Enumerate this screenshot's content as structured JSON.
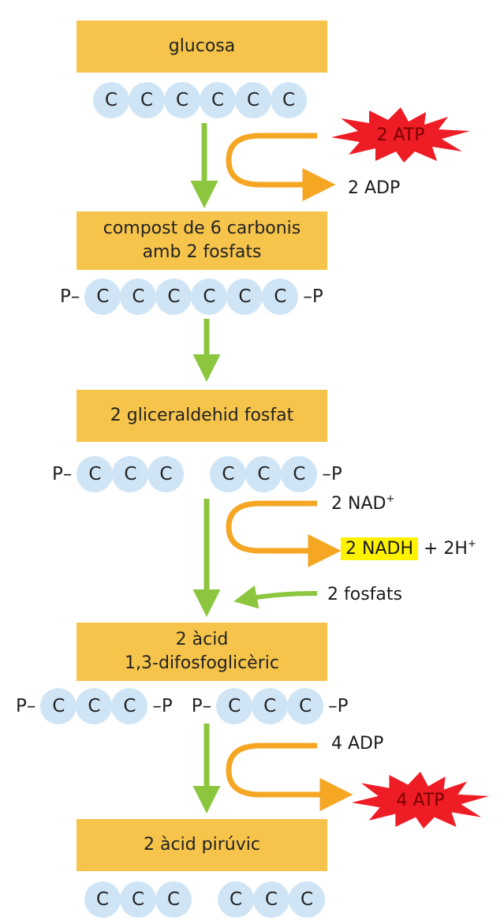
{
  "compounds": {
    "glucose": [
      "glucosa"
    ],
    "c6_phosphate": [
      "compost de 6 carbonis",
      "amb 2 fosfats"
    ],
    "g3p": [
      "2 gliceraldehid fosfat"
    ],
    "bpg": [
      "2 àcid",
      "1,3-difosfoglicèric"
    ],
    "pyruvate": [
      "2 àcid pirúvic"
    ]
  },
  "atoms": {
    "carbon": "C",
    "phosphate_left": "P–",
    "phosphate_right": "–P"
  },
  "reactions": {
    "step1": {
      "output_burst": "2 ATP",
      "product": "2 ADP"
    },
    "step3": {
      "input": "2 NAD",
      "input_sup": "+",
      "product_highlight": "2 NADH",
      "product_extra": "+ 2H",
      "product_extra_sup": "+",
      "added": "2 fosfats"
    },
    "step4": {
      "input": "4 ADP",
      "product_burst": "4 ATP"
    }
  },
  "colors": {
    "box": "#f6c44a",
    "carbon": "#cfe5f6",
    "green_arrow": "#8cc63f",
    "orange_arrow": "#f5a623",
    "burst": "#ee1c25",
    "highlight": "#fff200"
  }
}
